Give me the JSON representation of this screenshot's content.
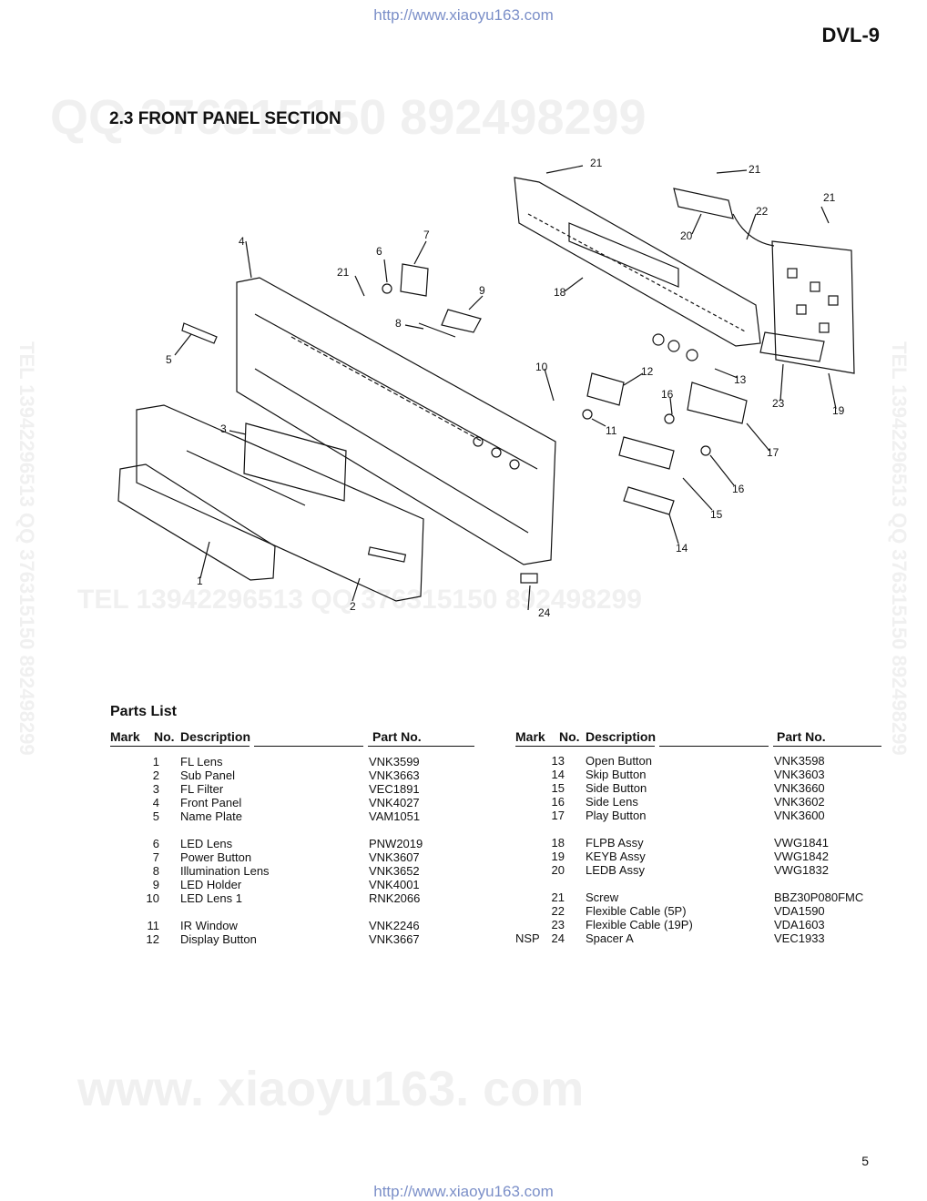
{
  "header": {
    "url_top": "http://www.xiaoyu163.com",
    "model": "DVL-9",
    "section_title": "2.3 FRONT PANEL SECTION"
  },
  "watermarks": {
    "top": "QQ 376315150   892498299",
    "middle": "TEL 13942296513   QQ 376315150  892498299",
    "bottom": "www. xiaoyu163. com",
    "left_vertical": "TEL 13942296513 QQ 376315150 892498299",
    "right_vertical": "TEL 13942296513 QQ 376315150 892498299"
  },
  "diagram_callouts": [
    "1",
    "2",
    "3",
    "4",
    "5",
    "6",
    "7",
    "8",
    "9",
    "10",
    "11",
    "12",
    "13",
    "14",
    "15",
    "16",
    "16",
    "17",
    "18",
    "19",
    "20",
    "21",
    "21",
    "21",
    "21",
    "22",
    "23",
    "24"
  ],
  "parts_list": {
    "title": "Parts List",
    "headers": {
      "mark": "Mark",
      "no": "No.",
      "description": "Description",
      "part_no": "Part No."
    },
    "left": [
      {
        "mark": "",
        "no": "1",
        "desc": "FL Lens",
        "part": "VNK3599"
      },
      {
        "mark": "",
        "no": "2",
        "desc": "Sub Panel",
        "part": "VNK3663"
      },
      {
        "mark": "",
        "no": "3",
        "desc": "FL Filter",
        "part": "VEC1891"
      },
      {
        "mark": "",
        "no": "4",
        "desc": "Front Panel",
        "part": "VNK4027"
      },
      {
        "mark": "",
        "no": "5",
        "desc": "Name Plate",
        "part": "VAM1051"
      },
      {
        "gap": true
      },
      {
        "mark": "",
        "no": "6",
        "desc": "LED Lens",
        "part": "PNW2019"
      },
      {
        "mark": "",
        "no": "7",
        "desc": "Power Button",
        "part": "VNK3607"
      },
      {
        "mark": "",
        "no": "8",
        "desc": "Illumination Lens",
        "part": "VNK3652"
      },
      {
        "mark": "",
        "no": "9",
        "desc": "LED Holder",
        "part": "VNK4001"
      },
      {
        "mark": "",
        "no": "10",
        "desc": "LED Lens 1",
        "part": "RNK2066"
      },
      {
        "gap": true
      },
      {
        "mark": "",
        "no": "11",
        "desc": "IR Window",
        "part": "VNK2246"
      },
      {
        "mark": "",
        "no": "12",
        "desc": "Display Button",
        "part": "VNK3667"
      }
    ],
    "right": [
      {
        "mark": "",
        "no": "13",
        "desc": "Open Button",
        "part": "VNK3598"
      },
      {
        "mark": "",
        "no": "14",
        "desc": "Skip Button",
        "part": "VNK3603"
      },
      {
        "mark": "",
        "no": "15",
        "desc": "Side Button",
        "part": "VNK3660"
      },
      {
        "mark": "",
        "no": "16",
        "desc": "Side Lens",
        "part": "VNK3602"
      },
      {
        "mark": "",
        "no": "17",
        "desc": "Play Button",
        "part": "VNK3600"
      },
      {
        "gap": true
      },
      {
        "mark": "",
        "no": "18",
        "desc": "FLPB Assy",
        "part": "VWG1841"
      },
      {
        "mark": "",
        "no": "19",
        "desc": "KEYB Assy",
        "part": "VWG1842"
      },
      {
        "mark": "",
        "no": "20",
        "desc": "LEDB Assy",
        "part": "VWG1832"
      },
      {
        "gap": true
      },
      {
        "mark": "",
        "no": "21",
        "desc": "Screw",
        "part": "BBZ30P080FMC"
      },
      {
        "mark": "",
        "no": "22",
        "desc": "Flexible Cable (5P)",
        "part": "VDA1590"
      },
      {
        "mark": "",
        "no": "23",
        "desc": "Flexible Cable (19P)",
        "part": "VDA1603"
      },
      {
        "mark": "NSP",
        "no": "24",
        "desc": "Spacer A",
        "part": "VEC1933"
      }
    ]
  },
  "footer": {
    "page_number": "5",
    "url_bottom": "http://www.xiaoyu163.com"
  }
}
